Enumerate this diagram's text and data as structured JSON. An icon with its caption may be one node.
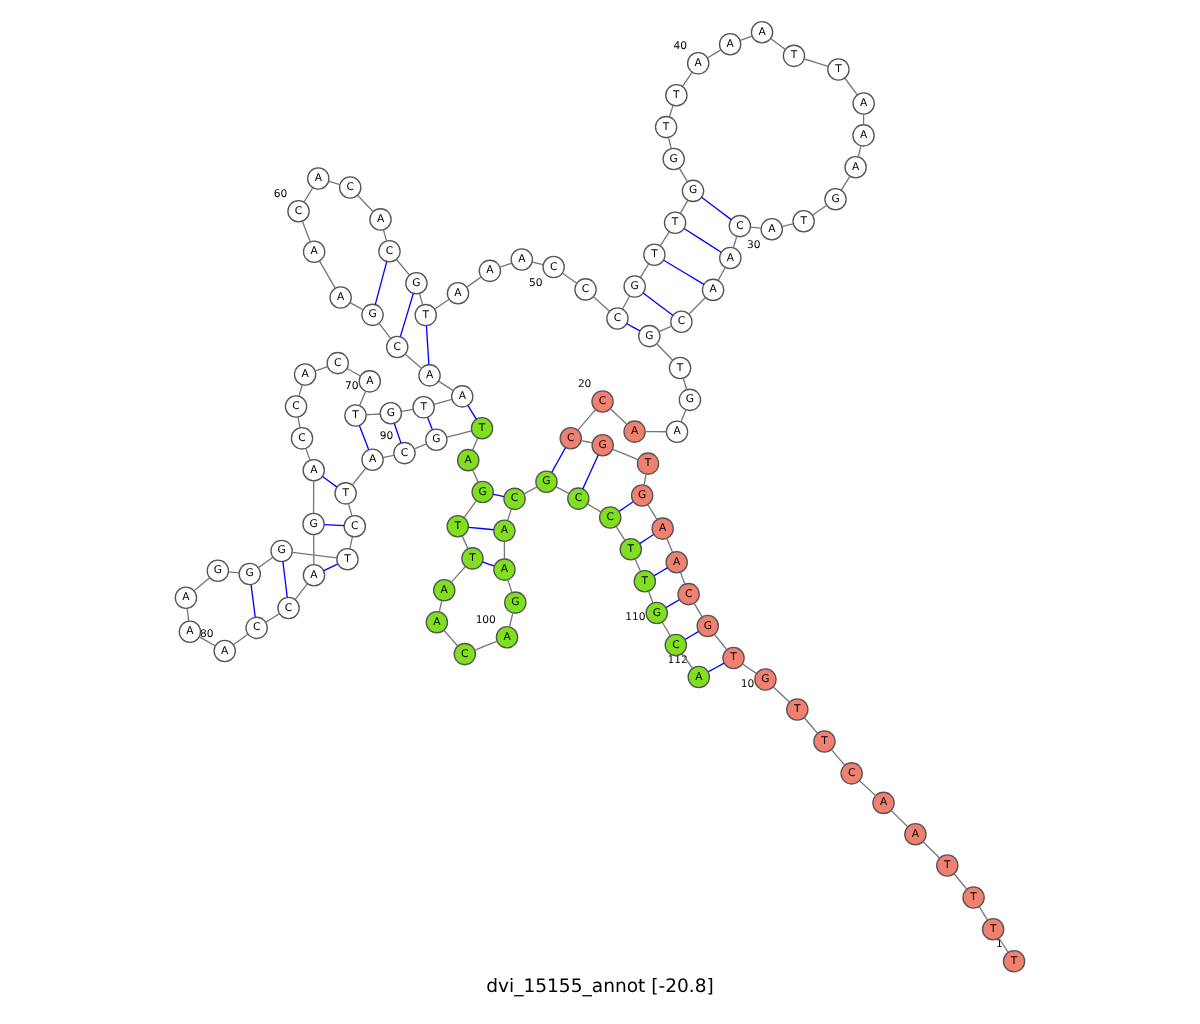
{
  "diagram": {
    "title": "dvi_15155_annot [-20.8]",
    "nodes": [
      {
        "text": [
          "T"
        ],
        "beside": [
          "1"
        ]
      },
      {
        "text": [
          "T"
        ]
      },
      {
        "text": [
          "T"
        ]
      },
      {
        "text": [
          "T"
        ]
      },
      {
        "text": [
          "A"
        ]
      },
      {
        "text": [
          "A"
        ]
      },
      {
        "text": [
          "C"
        ]
      },
      {
        "text": [
          "T"
        ]
      },
      {
        "text": [
          "T"
        ]
      },
      {
        "text": [
          "G"
        ],
        "beside": [
          "10"
        ]
      },
      {
        "text": [
          "T"
        ]
      },
      {
        "text": [
          "G"
        ]
      },
      {
        "text": [
          "C"
        ]
      },
      {
        "text": [
          "A"
        ]
      },
      {
        "text": [
          "A"
        ]
      },
      {
        "text": [
          "G"
        ]
      },
      {
        "text": [
          "T"
        ]
      },
      {
        "text": [
          "G"
        ]
      },
      {
        "text": [
          "C"
        ]
      },
      {
        "text": [
          "C"
        ],
        "beside": [
          "20"
        ]
      },
      {
        "text": [
          "A"
        ]
      },
      {
        "text": [
          "A"
        ]
      },
      {
        "text": [
          "G"
        ]
      },
      {
        "text": [
          "T"
        ]
      },
      {
        "text": [
          "G"
        ]
      },
      {
        "text": [
          "C"
        ]
      },
      {
        "text": [
          "A"
        ]
      },
      {
        "text": [
          "A"
        ]
      },
      {
        "text": [
          "C"
        ]
      },
      {
        "text": [
          "A"
        ],
        "beside": [
          "30"
        ]
      },
      {
        "text": [
          "T"
        ]
      },
      {
        "text": [
          "G"
        ]
      },
      {
        "text": [
          "A"
        ]
      },
      {
        "text": [
          "A"
        ]
      },
      {
        "text": [
          "A"
        ]
      },
      {
        "text": [
          "T"
        ]
      },
      {
        "text": [
          "T"
        ]
      },
      {
        "text": [
          "A"
        ]
      },
      {
        "text": [
          "A"
        ]
      },
      {
        "text": [
          "A"
        ],
        "beside": [
          "40"
        ]
      },
      {
        "text": [
          "T"
        ]
      },
      {
        "text": [
          "T"
        ]
      },
      {
        "text": [
          "G"
        ]
      },
      {
        "text": [
          "G"
        ]
      },
      {
        "text": [
          "T"
        ]
      },
      {
        "text": [
          "T"
        ]
      },
      {
        "text": [
          "G"
        ]
      },
      {
        "text": [
          "C"
        ]
      },
      {
        "text": [
          "C"
        ]
      },
      {
        "text": [
          "C"
        ],
        "beside": [
          "50"
        ]
      },
      {
        "text": [
          "A"
        ]
      },
      {
        "text": [
          "A"
        ]
      },
      {
        "text": [
          "A"
        ]
      },
      {
        "text": [
          "T"
        ]
      },
      {
        "text": [
          "G"
        ]
      },
      {
        "text": [
          "C"
        ]
      },
      {
        "text": [
          "A"
        ]
      },
      {
        "text": [
          "C"
        ]
      },
      {
        "text": [
          "A"
        ]
      },
      {
        "text": [
          "C"
        ],
        "beside": [
          "60"
        ]
      },
      {
        "text": [
          "A"
        ]
      },
      {
        "text": [
          "A"
        ]
      },
      {
        "text": [
          "G"
        ]
      },
      {
        "text": [
          "C"
        ]
      },
      {
        "text": [
          "A"
        ]
      },
      {
        "text": [
          "A"
        ]
      },
      {
        "text": [
          "T"
        ]
      },
      {
        "text": [
          "G"
        ]
      },
      {
        "text": [
          "T"
        ]
      },
      {
        "text": [
          "A"
        ],
        "beside": [
          "70"
        ]
      },
      {
        "text": [
          "C"
        ]
      },
      {
        "text": [
          "A"
        ]
      },
      {
        "text": [
          "C"
        ]
      },
      {
        "text": [
          "C"
        ]
      },
      {
        "text": [
          "A"
        ]
      },
      {
        "text": [
          "G"
        ]
      },
      {
        "text": [
          "A"
        ]
      },
      {
        "text": [
          "C"
        ]
      },
      {
        "text": [
          "C"
        ]
      },
      {
        "text": [
          "A"
        ],
        "beside": [
          "80"
        ]
      },
      {
        "text": [
          "A"
        ]
      },
      {
        "text": [
          "A"
        ]
      },
      {
        "text": [
          "G"
        ]
      },
      {
        "text": [
          "G"
        ]
      },
      {
        "text": [
          "G"
        ]
      },
      {
        "text": [
          "T"
        ]
      },
      {
        "text": [
          "C"
        ]
      },
      {
        "text": [
          "T"
        ]
      },
      {
        "text": [
          "A"
        ]
      },
      {
        "text": [
          "C"
        ],
        "beside": [
          "90"
        ]
      },
      {
        "text": [
          "G"
        ]
      },
      {
        "text": [
          "T"
        ]
      },
      {
        "text": [
          "A"
        ]
      },
      {
        "text": [
          "G"
        ]
      },
      {
        "text": [
          "T"
        ]
      },
      {
        "text": [
          "T"
        ]
      },
      {
        "text": [
          "A"
        ]
      },
      {
        "text": [
          "A"
        ]
      },
      {
        "text": [
          "C"
        ]
      },
      {
        "text": [
          "A"
        ],
        "beside": [
          "100"
        ]
      },
      {
        "text": [
          "G"
        ]
      },
      {
        "text": [
          "A"
        ]
      },
      {
        "text": [
          "A"
        ]
      },
      {
        "text": [
          "C"
        ]
      },
      {
        "text": [
          "G"
        ]
      },
      {
        "text": [
          "C"
        ]
      },
      {
        "text": [
          "C"
        ]
      },
      {
        "text": [
          "T"
        ]
      },
      {
        "text": [
          "T"
        ]
      },
      {
        "text": [
          "G"
        ],
        "beside": [
          "110"
        ]
      },
      {
        "text": [
          "C"
        ]
      },
      {
        "text": [
          "A"
        ],
        "beside": [
          "112"
        ]
      }
    ],
    "edges": [
      {
        "from": 0,
        "to": 1,
        "arrow": "none"
      },
      {
        "from": 1,
        "to": 2,
        "arrow": "none"
      },
      {
        "from": 2,
        "to": 3,
        "arrow": "none"
      },
      {
        "from": 3,
        "to": 4,
        "arrow": "none"
      },
      {
        "from": 4,
        "to": 5,
        "arrow": "none"
      },
      {
        "from": 5,
        "to": 6,
        "arrow": "none"
      },
      {
        "from": 6,
        "to": 7,
        "arrow": "none"
      },
      {
        "from": 7,
        "to": 8,
        "arrow": "none"
      },
      {
        "from": 8,
        "to": 9,
        "arrow": "none"
      },
      {
        "from": 9,
        "to": 10,
        "arrow": "none"
      },
      {
        "from": 10,
        "to": 11,
        "arrow": "none"
      },
      {
        "from": 11,
        "to": 12,
        "arrow": "none"
      },
      {
        "from": 12,
        "to": 13,
        "arrow": "none"
      },
      {
        "from": 13,
        "to": 14,
        "arrow": "none"
      },
      {
        "from": 14,
        "to": 15,
        "arrow": "none"
      },
      {
        "from": 15,
        "to": 16,
        "arrow": "none"
      },
      {
        "from": 16,
        "to": 17,
        "arrow": "none"
      },
      {
        "from": 17,
        "to": 18,
        "arrow": "none"
      },
      {
        "from": 18,
        "to": 19,
        "arrow": "none"
      },
      {
        "from": 19,
        "to": 20,
        "arrow": "none"
      },
      {
        "from": 20,
        "to": 21,
        "arrow": "none"
      },
      {
        "from": 21,
        "to": 22,
        "arrow": "none"
      },
      {
        "from": 22,
        "to": 23,
        "arrow": "none"
      },
      {
        "from": 23,
        "to": 24,
        "arrow": "none"
      },
      {
        "from": 24,
        "to": 25,
        "arrow": "none"
      },
      {
        "from": 25,
        "to": 26,
        "arrow": "none"
      },
      {
        "from": 26,
        "to": 27,
        "arrow": "none"
      },
      {
        "from": 27,
        "to": 28,
        "arrow": "none"
      },
      {
        "from": 28,
        "to": 29,
        "arrow": "none"
      },
      {
        "from": 29,
        "to": 30,
        "arrow": "none"
      },
      {
        "from": 30,
        "to": 31,
        "arrow": "none"
      },
      {
        "from": 31,
        "to": 32,
        "arrow": "none"
      },
      {
        "from": 32,
        "to": 33,
        "arrow": "none"
      },
      {
        "from": 33,
        "to": 34,
        "arrow": "none"
      },
      {
        "from": 34,
        "to": 35,
        "arrow": "none"
      },
      {
        "from": 35,
        "to": 36,
        "arrow": "none"
      },
      {
        "from": 36,
        "to": 37,
        "arrow": "none"
      },
      {
        "from": 37,
        "to": 38,
        "arrow": "none"
      },
      {
        "from": 38,
        "to": 39,
        "arrow": "none"
      },
      {
        "from": 39,
        "to": 40,
        "arrow": "none"
      },
      {
        "from": 40,
        "to": 41,
        "arrow": "none"
      },
      {
        "from": 41,
        "to": 42,
        "arrow": "none"
      },
      {
        "from": 42,
        "to": 43,
        "arrow": "none"
      },
      {
        "from": 43,
        "to": 44,
        "arrow": "none"
      },
      {
        "from": 44,
        "to": 45,
        "arrow": "none"
      },
      {
        "from": 45,
        "to": 46,
        "arrow": "none"
      },
      {
        "from": 46,
        "to": 47,
        "arrow": "none"
      },
      {
        "from": 47,
        "to": 48,
        "arrow": "none"
      },
      {
        "from": 48,
        "to": 49,
        "arrow": "none"
      },
      {
        "from": 49,
        "to": 50,
        "arrow": "none"
      },
      {
        "from": 50,
        "to": 51,
        "arrow": "none"
      },
      {
        "from": 51,
        "to": 52,
        "arrow": "none"
      },
      {
        "from": 52,
        "to": 53,
        "arrow": "none"
      },
      {
        "from": 53,
        "to": 54,
        "arrow": "none"
      },
      {
        "from": 54,
        "to": 55,
        "arrow": "none"
      },
      {
        "from": 55,
        "to": 56,
        "arrow": "none"
      },
      {
        "from": 56,
        "to": 57,
        "arrow": "none"
      },
      {
        "from": 57,
        "to": 58,
        "arrow": "none"
      },
      {
        "from": 58,
        "to": 59,
        "arrow": "none"
      },
      {
        "from": 59,
        "to": 60,
        "arrow": "none"
      },
      {
        "from": 60,
        "to": 61,
        "arrow": "none"
      },
      {
        "from": 61,
        "to": 62,
        "arrow": "none"
      },
      {
        "from": 62,
        "to": 63,
        "arrow": "none"
      },
      {
        "from": 63,
        "to": 64,
        "arrow": "none"
      },
      {
        "from": 64,
        "to": 65,
        "arrow": "none"
      },
      {
        "from": 65,
        "to": 66,
        "arrow": "none"
      },
      {
        "from": 66,
        "to": 67,
        "arrow": "none"
      },
      {
        "from": 67,
        "to": 68,
        "arrow": "none"
      },
      {
        "from": 68,
        "to": 69,
        "arrow": "none"
      },
      {
        "from": 69,
        "to": 70,
        "arrow": "none"
      },
      {
        "from": 70,
        "to": 71,
        "arrow": "none"
      },
      {
        "from": 71,
        "to": 72,
        "arrow": "none"
      },
      {
        "from": 72,
        "to": 73,
        "arrow": "none"
      },
      {
        "from": 73,
        "to": 74,
        "arrow": "none"
      },
      {
        "from": 74,
        "to": 75,
        "arrow": "none"
      },
      {
        "from": 75,
        "to": 76,
        "arrow": "none"
      },
      {
        "from": 76,
        "to": 77,
        "arrow": "none"
      },
      {
        "from": 77,
        "to": 78,
        "arrow": "none"
      },
      {
        "from": 78,
        "to": 79,
        "arrow": "none"
      },
      {
        "from": 79,
        "to": 80,
        "arrow": "none"
      },
      {
        "from": 80,
        "to": 81,
        "arrow": "none"
      },
      {
        "from": 81,
        "to": 82,
        "arrow": "none"
      },
      {
        "from": 82,
        "to": 83,
        "arrow": "none"
      },
      {
        "from": 83,
        "to": 84,
        "arrow": "none"
      },
      {
        "from": 84,
        "to": 85,
        "arrow": "none"
      },
      {
        "from": 85,
        "to": 86,
        "arrow": "none"
      },
      {
        "from": 86,
        "to": 87,
        "arrow": "none"
      },
      {
        "from": 87,
        "to": 88,
        "arrow": "none"
      },
      {
        "from": 88,
        "to": 89,
        "arrow": "none"
      },
      {
        "from": 89,
        "to": 90,
        "arrow": "none"
      },
      {
        "from": 90,
        "to": 91,
        "arrow": "none"
      },
      {
        "from": 91,
        "to": 92,
        "arrow": "none"
      },
      {
        "from": 92,
        "to": 93,
        "arrow": "none"
      },
      {
        "from": 93,
        "to": 94,
        "arrow": "none"
      },
      {
        "from": 94,
        "to": 95,
        "arrow": "none"
      },
      {
        "from": 95,
        "to": 96,
        "arrow": "none"
      },
      {
        "from": 96,
        "to": 97,
        "arrow": "none"
      },
      {
        "from": 97,
        "to": 98,
        "arrow": "none"
      },
      {
        "from": 98,
        "to": 99,
        "arrow": "none"
      },
      {
        "from": 99,
        "to": 100,
        "arrow": "none"
      },
      {
        "from": 100,
        "to": 101,
        "arrow": "none"
      },
      {
        "from": 101,
        "to": 102,
        "arrow": "none"
      },
      {
        "from": 102,
        "to": 103,
        "arrow": "none"
      },
      {
        "from": 103,
        "to": 104,
        "arrow": "none"
      },
      {
        "from": 104,
        "to": 105,
        "arrow": "none"
      },
      {
        "from": 105,
        "to": 106,
        "arrow": "none"
      },
      {
        "from": 106,
        "to": 107,
        "arrow": "none"
      },
      {
        "from": 107,
        "to": 108,
        "arrow": "none"
      },
      {
        "from": 108,
        "to": 109,
        "arrow": "none"
      },
      {
        "from": 109,
        "to": 110,
        "arrow": "none"
      },
      {
        "from": 110,
        "to": 111,
        "arrow": "none"
      },
      {
        "from": 10,
        "to": 111,
        "arrow": "none",
        "color": "#0000ff"
      },
      {
        "from": 11,
        "to": 110,
        "arrow": "none",
        "color": "#0000ff"
      },
      {
        "from": 12,
        "to": 109,
        "arrow": "none",
        "color": "#0000ff"
      },
      {
        "from": 13,
        "to": 108,
        "arrow": "none",
        "color": "#0000ff"
      },
      {
        "from": 14,
        "to": 107,
        "arrow": "none",
        "color": "#0000ff"
      },
      {
        "from": 15,
        "to": 106,
        "arrow": "none",
        "color": "#0000ff"
      },
      {
        "from": 17,
        "to": 105,
        "arrow": "none",
        "color": "#0000ff"
      },
      {
        "from": 18,
        "to": 104,
        "arrow": "none",
        "color": "#0000ff"
      },
      {
        "from": 24,
        "to": 47,
        "arrow": "none",
        "color": "#0000ff"
      },
      {
        "from": 25,
        "to": 46,
        "arrow": "none",
        "color": "#0000ff"
      },
      {
        "from": 26,
        "to": 45,
        "arrow": "none",
        "color": "#0000ff"
      },
      {
        "from": 27,
        "to": 44,
        "arrow": "none",
        "color": "#0000ff"
      },
      {
        "from": 28,
        "to": 43,
        "arrow": "none",
        "color": "#0000ff"
      },
      {
        "from": 53,
        "to": 64,
        "arrow": "none",
        "color": "#0000ff"
      },
      {
        "from": 54,
        "to": 63,
        "arrow": "none",
        "color": "#0000ff"
      },
      {
        "from": 55,
        "to": 62,
        "arrow": "none",
        "color": "#0000ff"
      },
      {
        "from": 65,
        "to": 91,
        "arrow": "none",
        "color": "#0000ff"
      },
      {
        "from": 66,
        "to": 90,
        "arrow": "none",
        "color": "#0000ff"
      },
      {
        "from": 67,
        "to": 89,
        "arrow": "none",
        "color": "#0000ff"
      },
      {
        "from": 68,
        "to": 88,
        "arrow": "none",
        "color": "#0000ff"
      },
      {
        "from": 74,
        "to": 87,
        "arrow": "none",
        "color": "#0000ff"
      },
      {
        "from": 75,
        "to": 86,
        "arrow": "none",
        "color": "#0000ff"
      },
      {
        "from": 76,
        "to": 85,
        "arrow": "none",
        "color": "#0000ff"
      },
      {
        "from": 77,
        "to": 84,
        "arrow": "none",
        "color": "#0000ff"
      },
      {
        "from": 78,
        "to": 83,
        "arrow": "none",
        "color": "#0000ff"
      },
      {
        "from": 93,
        "to": 103,
        "arrow": "none",
        "color": "#0000ff"
      },
      {
        "from": 94,
        "to": 102,
        "arrow": "none",
        "color": "#0000ff"
      },
      {
        "from": 95,
        "to": 101,
        "arrow": "none",
        "color": "#0000ff"
      }
    ]
  }
}
